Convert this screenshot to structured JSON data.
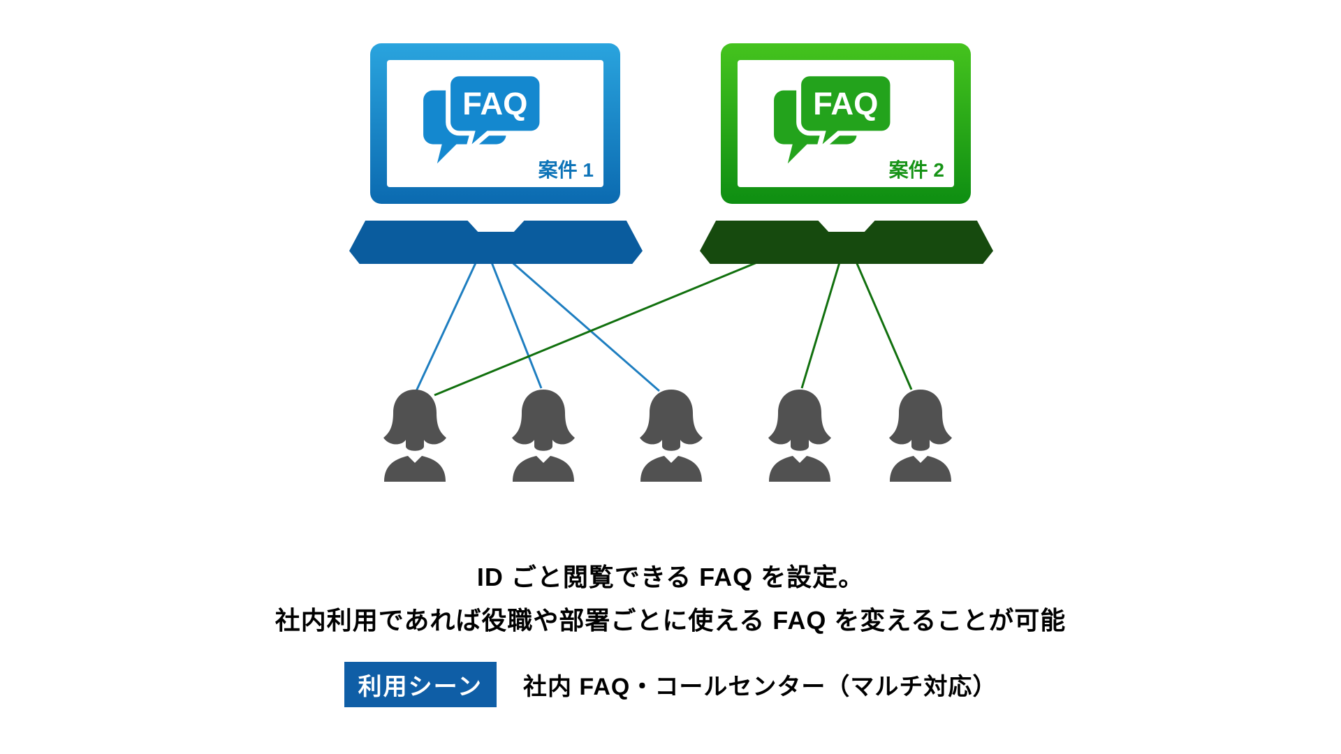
{
  "diagram": {
    "laptops": [
      {
        "faq_label": "FAQ",
        "case_label": "案件 1",
        "bubble_color": "#1488cf",
        "label_color": "#0e74b8",
        "frame_top_color": "#2aa4de",
        "frame_bottom_color": "#0b6ab0",
        "base_color": "#0a5c9e"
      },
      {
        "faq_label": "FAQ",
        "case_label": "案件 2",
        "bubble_color": "#23a31c",
        "label_color": "#169316",
        "frame_top_color": "#45c31e",
        "frame_bottom_color": "#0e8e12",
        "base_color": "#164a0e"
      }
    ],
    "user_color": "#515151",
    "user_count": 5,
    "connections": [
      {
        "from": "laptop-1",
        "to": "user-1",
        "color": "#1e7ec0"
      },
      {
        "from": "laptop-1",
        "to": "user-2",
        "color": "#1e7ec0"
      },
      {
        "from": "laptop-1",
        "to": "user-3",
        "color": "#1e7ec0"
      },
      {
        "from": "laptop-2",
        "to": "user-1",
        "color": "#11700e"
      },
      {
        "from": "laptop-2",
        "to": "user-4",
        "color": "#11700e"
      },
      {
        "from": "laptop-2",
        "to": "user-5",
        "color": "#11700e"
      }
    ]
  },
  "caption": {
    "line1": "ID ごと閲覧できる FAQ を設定。",
    "line2": "社内利用であれば役職や部署ごとに使える FAQ を変えることが可能"
  },
  "usage_scene": {
    "badge_label": "利用シーン",
    "badge_color": "#0f5ea6",
    "description": "社内 FAQ・コールセンター（マルチ対応）"
  }
}
